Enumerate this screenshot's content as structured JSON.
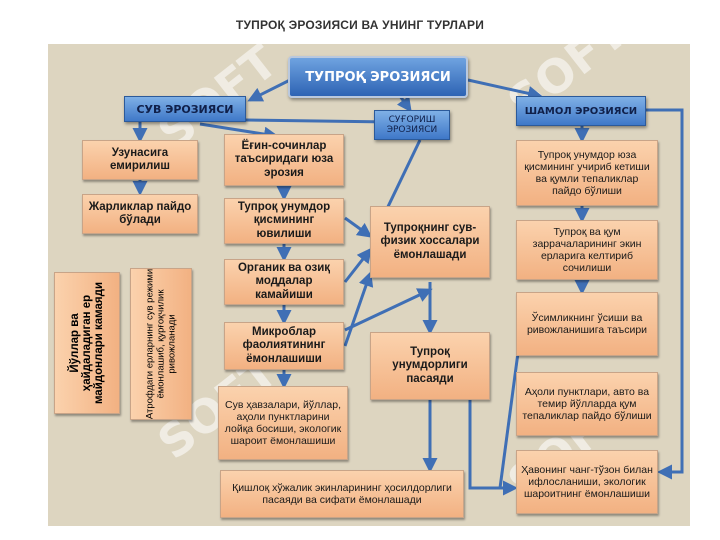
{
  "title": "ТУПРОҚ ЭРОЗИЯСИ ВА УНИНГ ТУРЛАРИ",
  "watermark": "SOFT",
  "colors": {
    "panel": "#ddd5c0",
    "blue": "#3f78c8",
    "box": "#f2b182",
    "arrow": "#3f6fb5"
  },
  "nodes": {
    "main": "ТУПРОҚ ЭРОЗИЯСИ",
    "water": "СУВ ЭРОЗИЯСИ",
    "irrigation": "СУҒОРИШ ЭРОЗИЯСИ",
    "wind": "ШАМОЛ ЭРОЗИЯСИ",
    "longitudinal": "Узунасига емирилиш",
    "ravines": "Жарликлар пайдо бўлади",
    "rain_erosion": "Ёғин-сочинлар таъсиридаги юза эрозия",
    "washing": "Тупроқ унумдор қисмининг ювилиши",
    "nutrients": "Органик ва озиқ моддалар камайиши",
    "microbes": "Микроблар фаолиятининг ёмонлашиши",
    "physchem": "Тупроқнинг сув-физик хоссалари ёмонлашади",
    "fertility": "Тупроқ унумдорлиги пасаяди",
    "reservoirs": "Сув ҳавзалари, йўллар, аҳоли пунктларини лойқа босиши, экологик шароит ёмонлашиши",
    "agri": "Қишлоқ хўжалик экинларининг ҳосилдорлиги пасаяди ва сифати ёмонлашади",
    "roads_fields": "Йўллар ва ҳайдаладиган ер майдонлари камаяди",
    "surrounding": "Атрофдаги ерларнинг сув режими ёмонлашиб, қурғоқчилик ривожланади",
    "wind1": "Тупроқ унумдор юза қисмининг учириб кетиши ва қумли тепаликлар пайдо бўлиши",
    "wind2": "Тупроқ ва қум заррачаларининг экин ерларига келтириб сочилиши",
    "wind3": "Ўсимликнинг ўсиши ва ривожланишига таъсири",
    "wind4": "Аҳоли пунктлари, авто ва темир йўлларда қум тепаликлар пайдо бўлиши",
    "wind5": "Ҳавонинг чанг-тўзон билан ифлосланиши, экологик шароитнинг ёмонлашиши"
  }
}
